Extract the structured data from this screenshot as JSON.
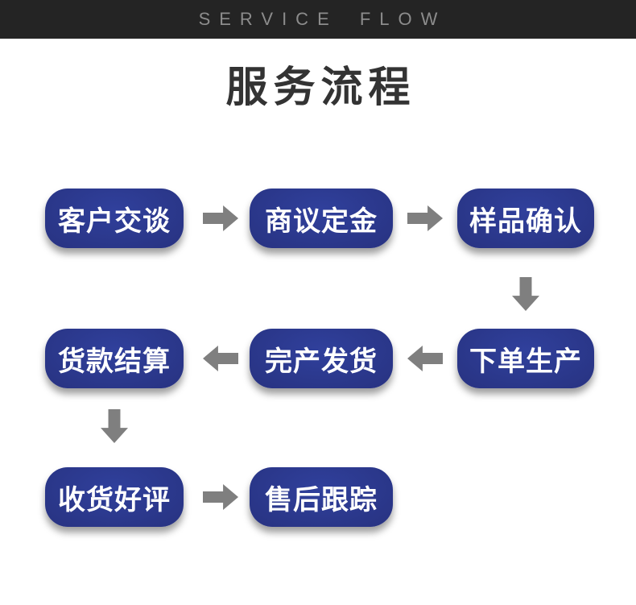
{
  "header": {
    "text": "SERVICE FLOW"
  },
  "title": {
    "text": "服务流程"
  },
  "colors": {
    "page-bg": "#ffffff",
    "banner-bg": "#242424",
    "banner-text": "#8c8c8c",
    "title-text": "#333333",
    "node-center": "#30409c",
    "node-mid": "#283382",
    "node-edge": "#1a2263",
    "node-text": "#ffffff",
    "arrow": "#7f7f7f"
  },
  "flow": {
    "rows": [
      {
        "direction": "right",
        "nodes": [
          {
            "label": "客户交谈"
          },
          {
            "label": "商议定金"
          },
          {
            "label": "样品确认"
          }
        ]
      },
      {
        "direction": "left",
        "nodes": [
          {
            "label": "货款结算"
          },
          {
            "label": "完产发货"
          },
          {
            "label": "下单生产"
          }
        ]
      },
      {
        "direction": "right",
        "nodes": [
          {
            "label": "收货好评"
          },
          {
            "label": "售后跟踪"
          }
        ]
      }
    ]
  }
}
